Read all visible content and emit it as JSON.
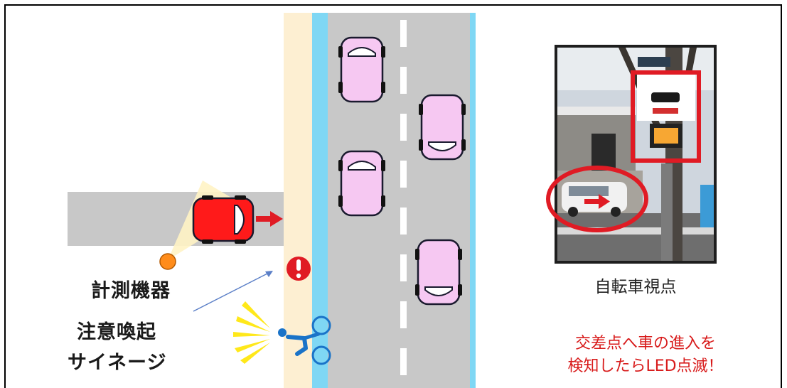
{
  "labels": {
    "device": "計測機器",
    "sign_line1": "注意喚起",
    "sign_line2": "サイネージ",
    "photo_caption": "自転車視点",
    "note_line1": "交差点へ車の進入を",
    "note_line2": "検知したらLED点滅！"
  },
  "icons": {
    "alert": "exclamation-circle-icon",
    "bicycle": "cyclist-icon",
    "flash": "flashing-light-icon",
    "arrow": "right-arrow-icon"
  },
  "colors": {
    "road": "#c8c8c8",
    "sidewalk": "#fdefd2",
    "bike_lane": "#7fd7f4",
    "car_pink": "#f6c8f2",
    "car_red": "#ff1a1a",
    "alert_red": "#e01b24",
    "sensor_orange": "#ff8c1a",
    "flash_yellow": "#ffe81a",
    "cyclist_blue": "#1a73c8",
    "note_red": "#d81b1b"
  }
}
